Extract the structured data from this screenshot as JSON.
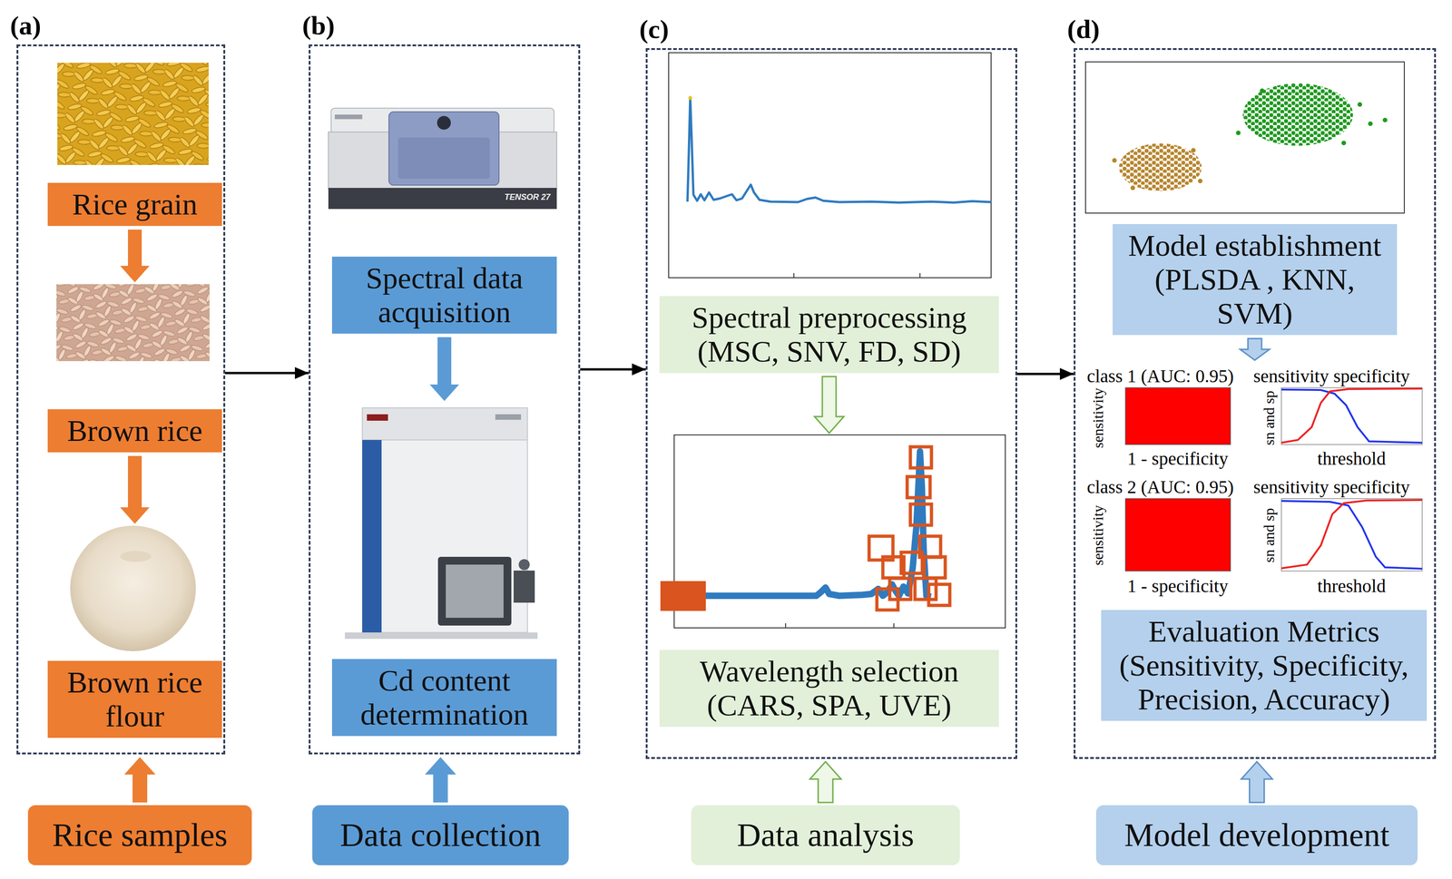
{
  "diagram": {
    "nodes": [
      {
        "text": [
          "(a)"
        ]
      },
      {
        "text": [
          "Rice grain"
        ],
        "in": 0
      },
      {
        "text": [
          "Brown rice"
        ],
        "in": 0
      },
      {
        "text": [
          "Brown rice flour"
        ],
        "in": 0
      },
      {
        "text": [
          "(b)"
        ]
      },
      {
        "text": [
          "Spectral data acquisition"
        ],
        "in": 4
      },
      {
        "text": [
          "Cd content determination"
        ],
        "in": 4
      },
      {
        "text": [
          "(c)"
        ]
      },
      {
        "text": [
          "Spectral preprocessing (MSC, SNV, FD, SD)"
        ],
        "in": 7
      },
      {
        "text": [
          "Wavelength selection (CARS, SPA, UVE)"
        ],
        "in": 7
      },
      {
        "text": [
          "(d)"
        ]
      },
      {
        "text": [
          "Model establishment (PLSDA , KNN, SVM)"
        ],
        "in": 10
      },
      {
        "text": [
          "Evaluation Metrics (Sensitivity, Specificity, Precision, Accuracy)"
        ],
        "in": 10
      },
      {
        "text": [
          "Rice samples"
        ]
      },
      {
        "text": [
          "Data collection"
        ]
      },
      {
        "text": [
          "Data analysis"
        ]
      },
      {
        "text": [
          "Model development"
        ]
      }
    ],
    "edges": [
      {
        "from": 1,
        "to": 2,
        "arrow": "to"
      },
      {
        "from": 2,
        "to": 3,
        "arrow": "to"
      },
      {
        "from": 5,
        "to": 6,
        "arrow": "to"
      },
      {
        "from": 8,
        "to": 9,
        "arrow": "to"
      },
      {
        "from": 11,
        "to": 12,
        "arrow": "to"
      },
      {
        "from": 0,
        "to": 4,
        "arrow": "to"
      },
      {
        "from": 4,
        "to": 7,
        "arrow": "to"
      },
      {
        "from": 7,
        "to": 10,
        "arrow": "to"
      },
      {
        "from": 13,
        "to": 0,
        "arrow": "to"
      },
      {
        "from": 14,
        "to": 4,
        "arrow": "to"
      },
      {
        "from": 15,
        "to": 7,
        "arrow": "to"
      },
      {
        "from": 16,
        "to": 10,
        "arrow": "to"
      }
    ],
    "labels": [
      "TENSOR 27",
      "class 1 (AUC: 0.95)",
      "sensitivity specificity",
      "sensitivity",
      "1 - specificity",
      "sn and sp",
      "threshold",
      "class 2 (AUC: 0.95)",
      "sensitivity specificity",
      "sensitivity",
      "1 - specificity",
      "sn and sp",
      "threshold"
    ]
  }
}
